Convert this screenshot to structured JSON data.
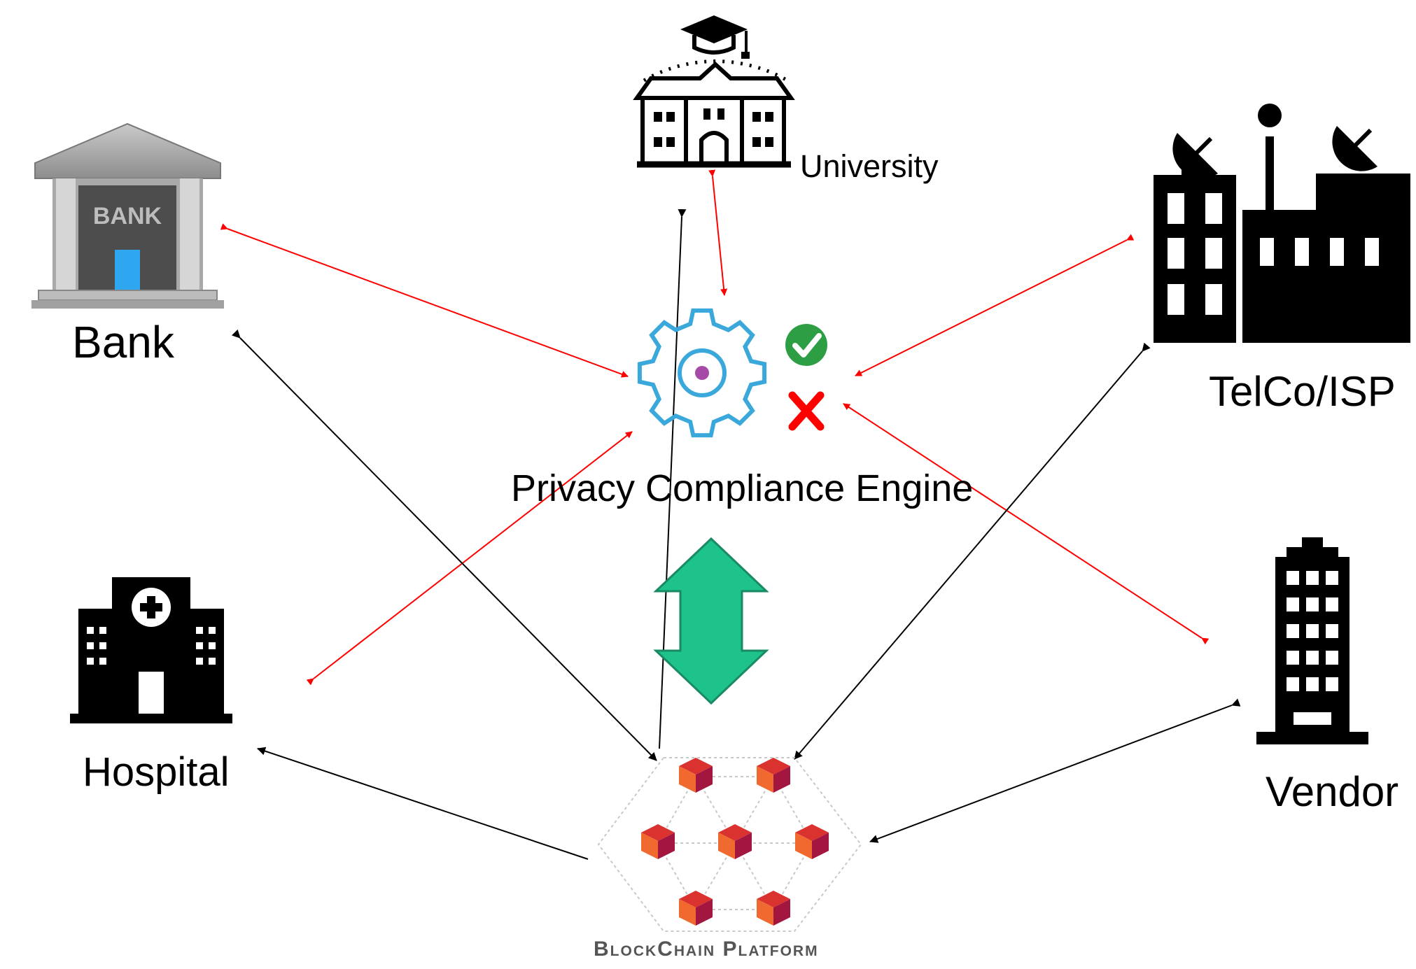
{
  "nodes": {
    "bank": {
      "label": "Bank",
      "sign": "BANK"
    },
    "university": {
      "label": "University"
    },
    "telco": {
      "label": "TelCo/ISP"
    },
    "hospital": {
      "label": "Hospital"
    },
    "vendor": {
      "label": "Vendor"
    },
    "engine": {
      "label": "Privacy Compliance Engine"
    },
    "blockchain": {
      "label": "BlockChain Platform"
    }
  },
  "colors": {
    "privacy_link": "#ff0000",
    "blockchain_link": "#000000",
    "gear": "#3ba8dc",
    "gear_center": "#a64aa8",
    "check": "#2e9e44",
    "cross": "#ff0000",
    "sync_arrow": "#1ec38b",
    "block_dark": "#b01e48",
    "block_light": "#f06a30"
  },
  "icons": [
    "bank-icon",
    "university-icon",
    "telco-icon",
    "hospital-icon",
    "vendor-icon",
    "gear-icon",
    "check-icon",
    "cross-icon",
    "double-arrow-icon",
    "blockchain-icon"
  ]
}
